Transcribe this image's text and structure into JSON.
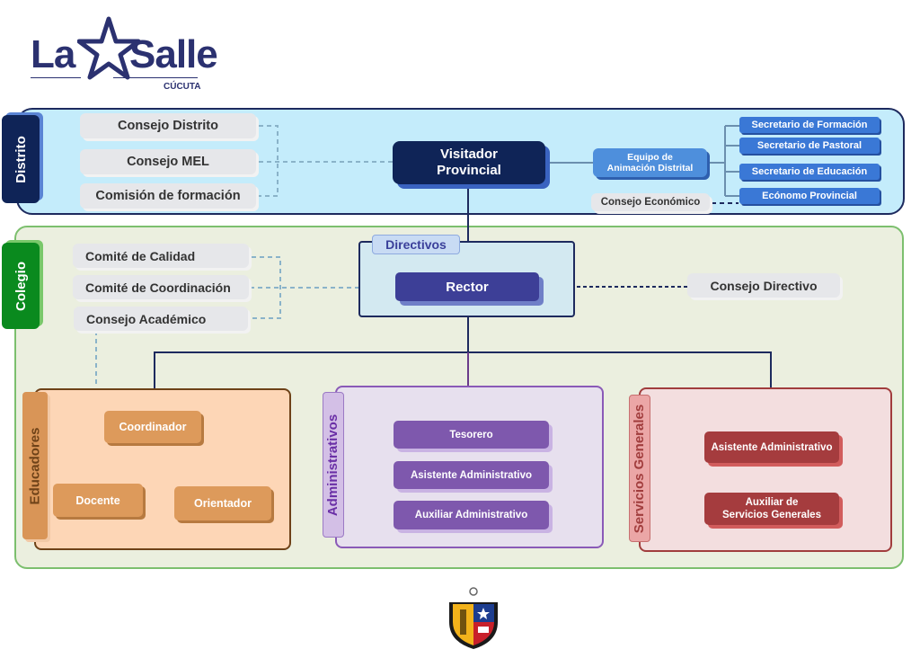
{
  "logo": {
    "left_text": "La",
    "right_text": "Salle",
    "city": "CÚCUTA",
    "star_icon": "star-outline-icon"
  },
  "distrito": {
    "tab_label": "Distrito",
    "councils": [
      "Consejo Distrito",
      "Consejo MEL",
      "Comisión de formación"
    ],
    "visitador": {
      "line1": "Visitador",
      "line2": "Provincial"
    },
    "equipo": {
      "line1": "Equipo de",
      "line2": "Animación Distrital"
    },
    "secretarios": [
      "Secretario de Formación",
      "Secretario de Pastoral",
      "Secretario de Educación",
      "Ecónomo Provincial"
    ],
    "consejo_economico": "Consejo Económico"
  },
  "colegio": {
    "tab_label": "Colegio",
    "committees": [
      "Comité de Calidad",
      "Comité de Coordinación",
      "Consejo Académico"
    ],
    "directivos_label": "Directivos",
    "rector": "Rector",
    "consejo_directivo": "Consejo Directivo",
    "educadores": {
      "label": "Educadores",
      "coordinador": "Coordinador",
      "docente": "Docente",
      "orientador": "Orientador"
    },
    "administrativos": {
      "label": "Administrativos",
      "items": [
        "Tesorero",
        "Asistente Administrativo",
        "Auxiliar Administrativo"
      ]
    },
    "servicios": {
      "label": "Servicios Generales",
      "asistente": "Asistente Administrativo",
      "auxiliar": {
        "line1": "Auxiliar de",
        "line2": "Servicios Generales"
      }
    }
  },
  "colors": {
    "navy": "#0f2457",
    "distrito_bg": "#c4ecfb",
    "colegio_bg": "#ebefdf",
    "colegio_green": "#0a8a1e",
    "equipo_blue": "#4e8fdc",
    "rector_indigo": "#3d3f97",
    "educadores_orange": "#dd9a5b",
    "administrativos_purple": "#7e58ad",
    "servicios_red": "#a53c3e"
  },
  "crest": {
    "icon": "school-crest-icon"
  }
}
